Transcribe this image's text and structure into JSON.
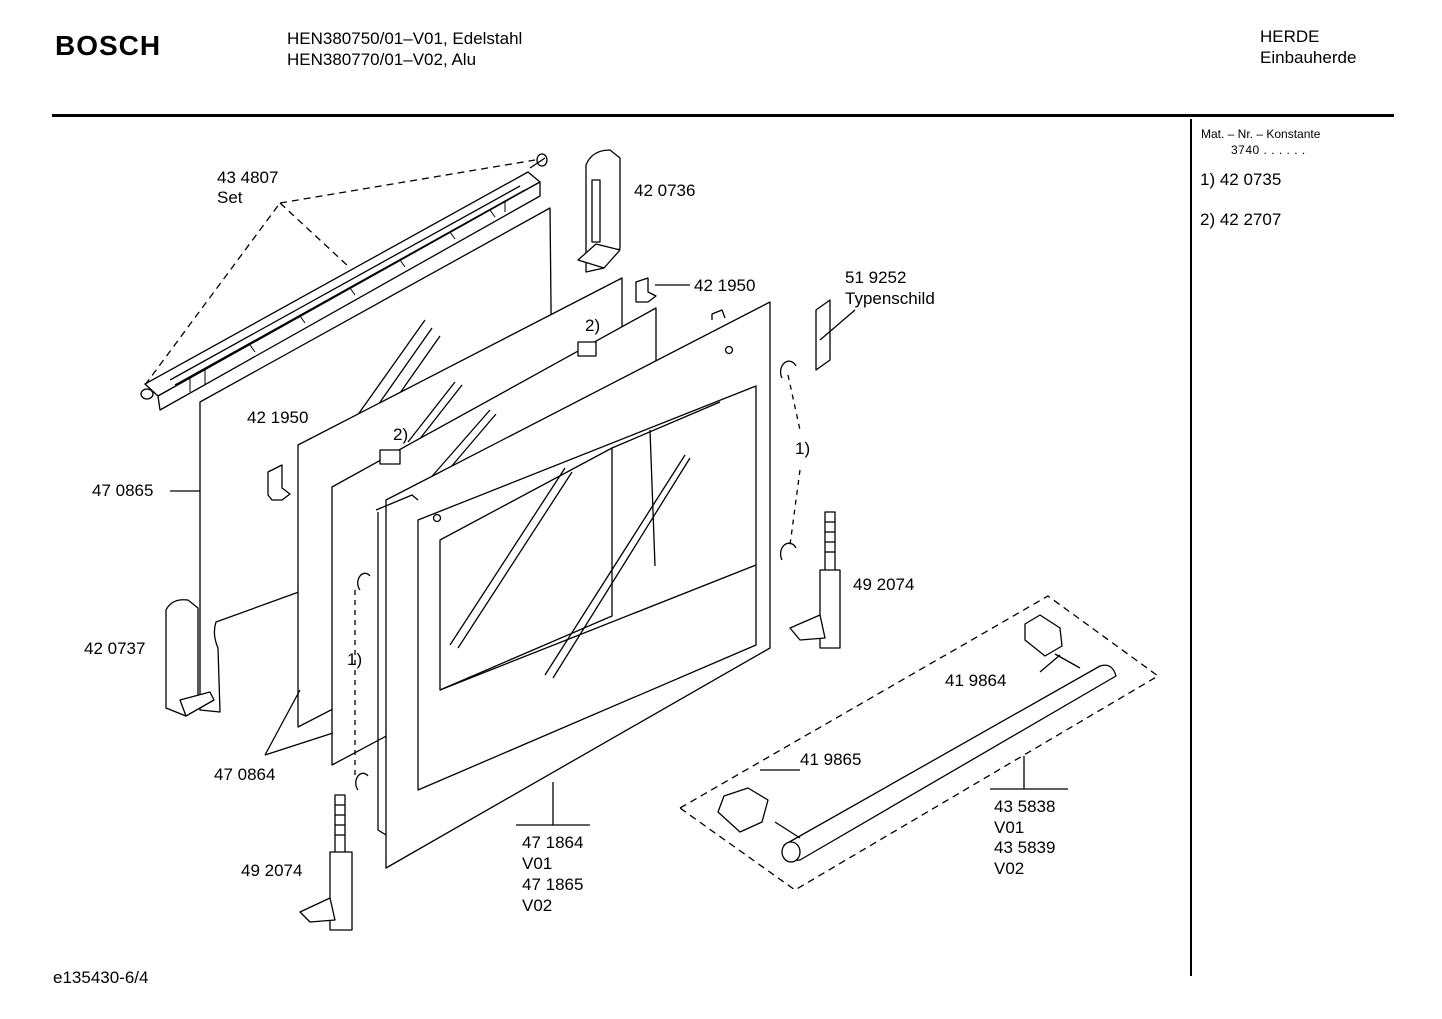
{
  "header": {
    "brand": "BOSCH",
    "model_lines": [
      "HEN380750/01–V01, Edelstahl",
      "HEN380770/01–V02, Alu"
    ],
    "category_lines": [
      "HERDE",
      "Einbauherde"
    ]
  },
  "side_panel": {
    "mat_label": "Mat. – Nr. – Konstante",
    "mat_value": "3740  .  .    .  .  .  .",
    "notes": [
      "1) 42 0735",
      "2) 42 2707"
    ]
  },
  "callouts": {
    "c434807": [
      "43  4807",
      "Set"
    ],
    "c420736": "42   0736",
    "c421950_top": "42 1950",
    "c519252": [
      "51 9252",
      "Typenschild"
    ],
    "c421950_left": "42 1950",
    "c470865": "47 0865",
    "c420737": "42 0737",
    "c470864": "47 0864",
    "c492074_right": "49 2074",
    "c492074_left": "49 2074",
    "c419864": "41 9864",
    "c419865": "41 9865",
    "c471864": [
      "47 1864",
      "V01",
      "47 1865",
      "V02"
    ],
    "c435838": [
      "43 5838",
      "V01",
      "43 5839",
      "V02"
    ],
    "ref1_right": "1)",
    "ref1_left": "1)",
    "ref2_top": "2)",
    "ref2_left": "2)"
  },
  "footer": {
    "drawing_id": "e135430-6/4"
  }
}
